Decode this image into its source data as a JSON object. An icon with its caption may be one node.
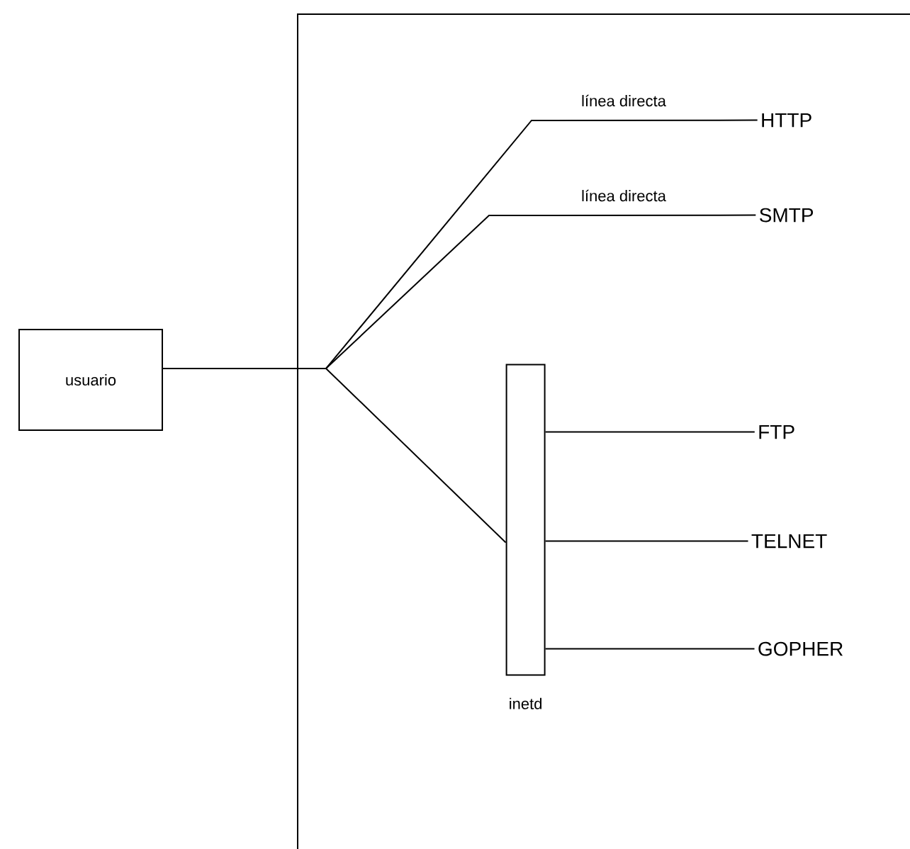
{
  "diagram": {
    "nodes": [
      {
        "text": [],
        "shape": "box"
      },
      {
        "text": [
          "usuario"
        ]
      },
      {
        "text": [
          "HTTP"
        ],
        "in": 0
      },
      {
        "text": [
          "SMTP"
        ],
        "in": 0
      },
      {
        "text": [
          "inetd"
        ],
        "in": 0
      },
      {
        "text": [
          "FTP"
        ],
        "in": 0
      },
      {
        "text": [
          "TELNET"
        ],
        "in": 0
      },
      {
        "text": [
          "GOPHER"
        ],
        "in": 0
      }
    ],
    "edges": [
      {
        "from": 1,
        "to": 2,
        "arrow": "none",
        "label": "línea directa"
      },
      {
        "from": 1,
        "to": 3,
        "arrow": "none",
        "label": "línea directa"
      },
      {
        "from": 1,
        "to": 4,
        "arrow": "none"
      },
      {
        "from": 4,
        "to": 5,
        "arrow": "none"
      },
      {
        "from": 4,
        "to": 6,
        "arrow": "none"
      },
      {
        "from": 4,
        "to": 7,
        "arrow": "none"
      }
    ]
  }
}
